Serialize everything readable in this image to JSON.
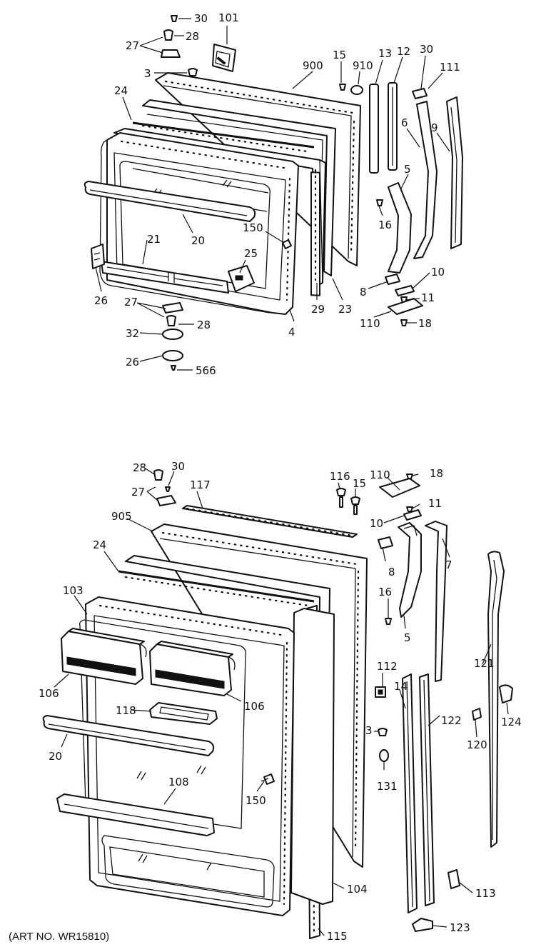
{
  "caption": "(ART NO. WR15810)",
  "freezer_door": {
    "labels": [
      "30",
      "28",
      "27",
      "101",
      "3",
      "900",
      "15",
      "910",
      "13",
      "12",
      "30",
      "111",
      "24",
      "6",
      "9",
      "5",
      "16",
      "20",
      "150",
      "21",
      "25",
      "26",
      "27",
      "28",
      "32",
      "26",
      "566",
      "29",
      "23",
      "4",
      "10",
      "8",
      "11",
      "110",
      "18"
    ]
  },
  "fresh_food_door": {
    "labels": [
      "28",
      "30",
      "27",
      "117",
      "116",
      "15",
      "110",
      "18",
      "11",
      "10",
      "905",
      "24",
      "8",
      "7",
      "103",
      "16",
      "5",
      "106",
      "106",
      "118",
      "112",
      "14",
      "122",
      "121",
      "124",
      "120",
      "3",
      "20",
      "131",
      "150",
      "108",
      "104",
      "115",
      "113",
      "123"
    ]
  }
}
